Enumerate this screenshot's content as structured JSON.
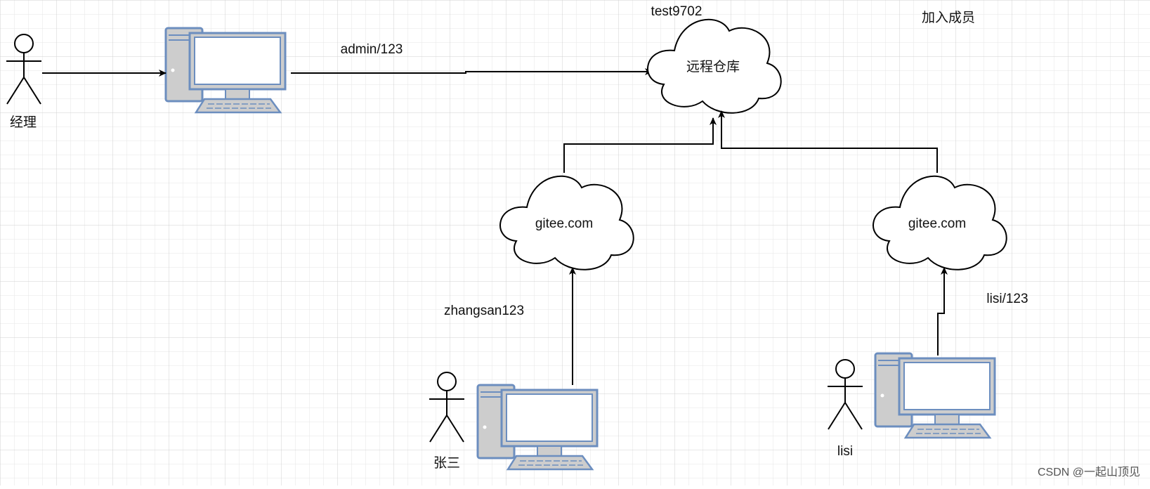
{
  "colors": {
    "grid_minor": "#e6e6e6",
    "grid_major": "#d0d0d0",
    "computer_fill": "#cdcdcd",
    "computer_stroke": "#6c8ebf",
    "line": "#000000"
  },
  "diagram": {
    "remote_repo": {
      "title": "test9702",
      "cloud_label": "远程仓库"
    },
    "add_members_label": "加入成员",
    "manager": {
      "name": "经理",
      "credentials": "admin/123"
    },
    "zhangsan": {
      "name": "张三",
      "credentials": "zhangsan123",
      "cloud_label": "gitee.com"
    },
    "lisi": {
      "name": "lisi",
      "credentials": "lisi/123",
      "cloud_label": "gitee.com"
    }
  },
  "watermark": "CSDN @一起山顶见"
}
